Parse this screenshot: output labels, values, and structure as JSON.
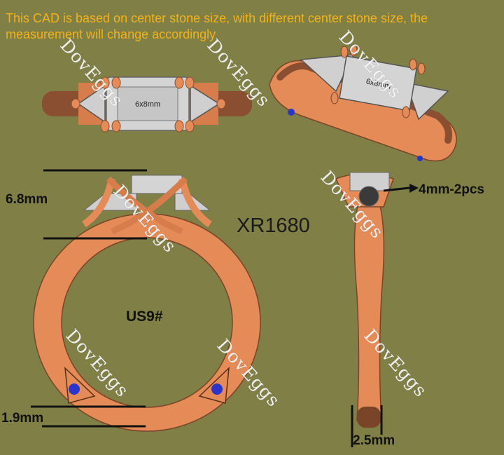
{
  "note": "This CAD is based on center stone size, with different center stone size, the measurement will change accordingly",
  "stone_label": "6x8mm",
  "model_code": "XR1680",
  "ring_size": "US9#",
  "dimensions": {
    "height": "6.8mm",
    "side_stones": "4mm-2pcs",
    "band_thickness": "1.9mm",
    "band_width": "2.5mm"
  },
  "watermark": "DovEggs",
  "colors": {
    "background": "#7f7f46",
    "metal": "#e58b57",
    "metal_dark": "#8a4f30",
    "stone": "#d6d6d6",
    "sapphire": "#2b35c9",
    "note_text": "#f2b21b"
  }
}
